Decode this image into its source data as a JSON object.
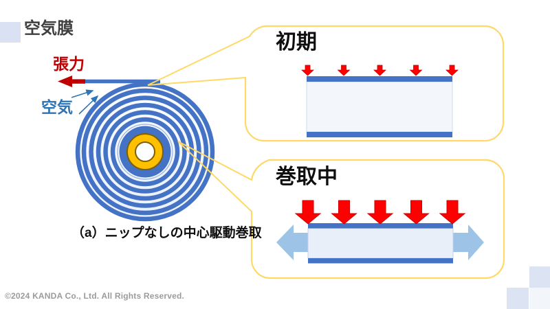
{
  "slide": {
    "title": "空気膜",
    "caption": "（a）ニップなしの中心駆動巻取",
    "copyright": "©2024 KANDA Co., Ltd. All Rights Reserved."
  },
  "roll": {
    "tension_label": "張力",
    "air_label": "空気",
    "icons": {
      "tension_arrow": "red arrow pointing left (web tension)",
      "air_flow_arrows": "thin blue arrows showing air entrained into the roll",
      "film_roll_spiral": "wound film roll cross-section with yellow core"
    }
  },
  "callouts": [
    {
      "title": "初期",
      "icons": {
        "pressure_arrows": "five small red down arrows (initial light pressure)",
        "film_layers": "film layers with entrained air film between"
      }
    },
    {
      "title": "巻取中",
      "icons": {
        "pressure_arrows": "five large red down arrows (winding pressure)",
        "air_escape_arrows": "light blue left/right block arrows (air squeezed out sideways)"
      }
    }
  ],
  "colors": {
    "film_blue": "#4472c4",
    "roll_gap_fill": "#edf3fa",
    "core_yellow": "#ffc000",
    "core_outline": "#7f6000",
    "tension_red": "#c00000",
    "pressure_red": "#fe0000",
    "air_label_blue": "#2e74b5",
    "side_arrow_blue": "#9dc3e6",
    "callout_border_yellow": "#ffd966",
    "film_fill_initial": "#f3f7fc",
    "film_fill_winding": "#e9eff9",
    "deco_square_blue": "#d9e1f2",
    "title_text": "#3f3f3f",
    "copyright_gray": "#9b9b9b"
  }
}
